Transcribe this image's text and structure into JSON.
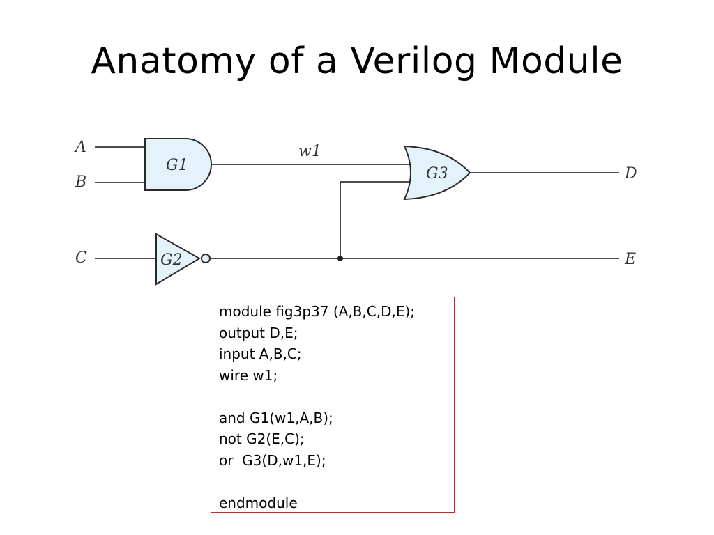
{
  "slide": {
    "title": "Anatomy of a Verilog Module"
  },
  "diagram": {
    "inputs": [
      "A",
      "B",
      "C"
    ],
    "outputs": [
      "D",
      "E"
    ],
    "wire_label": "w1",
    "gates": [
      {
        "id": "G1",
        "type": "and"
      },
      {
        "id": "G2",
        "type": "not"
      },
      {
        "id": "G3",
        "type": "or"
      }
    ],
    "colors": {
      "gate_fill": "#e4f3fb",
      "wire": "#333333"
    }
  },
  "code": {
    "border_color": "#e02020",
    "lines": [
      "module fig3p37 (A,B,C,D,E);",
      "output D,E;",
      "input A,B,C;",
      "wire w1;",
      "",
      "and G1(w1,A,B);",
      "not G2(E,C);",
      "or  G3(D,w1,E);",
      "",
      "endmodule"
    ]
  }
}
